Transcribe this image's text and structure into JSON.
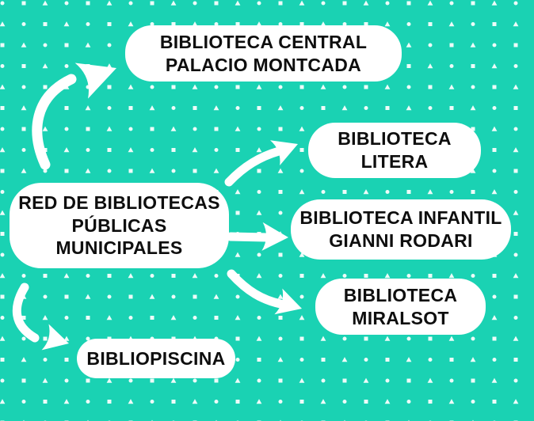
{
  "canvas": {
    "background": "#1AD2B3",
    "pattern_color": "#FFFFFF",
    "arrow_color": "#FFFFFF",
    "node_fill": "#FFFFFF",
    "text_color": "#0E0E0E"
  },
  "nodes": {
    "root": {
      "label": "RED DE BIBLIOTECAS\nPÚBLICAS\nMUNICIPALES"
    },
    "central": {
      "label": "BIBLIOTECA CENTRAL\nPALACIO MONTCADA"
    },
    "litera": {
      "label": "BIBLIOTECA\nLITERA"
    },
    "infantil": {
      "label": "BIBLIOTECA INFANTIL\nGIANNI RODARI"
    },
    "miralsot": {
      "label": "BIBLIOTECA\nMIRALSOT"
    },
    "bibliopiscina": {
      "label": "BIBLIOPISCINA"
    }
  },
  "edges": [
    {
      "from": "root",
      "to": "central"
    },
    {
      "from": "root",
      "to": "litera"
    },
    {
      "from": "root",
      "to": "infantil"
    },
    {
      "from": "root",
      "to": "miralsot"
    },
    {
      "from": "root",
      "to": "bibliopiscina"
    }
  ]
}
